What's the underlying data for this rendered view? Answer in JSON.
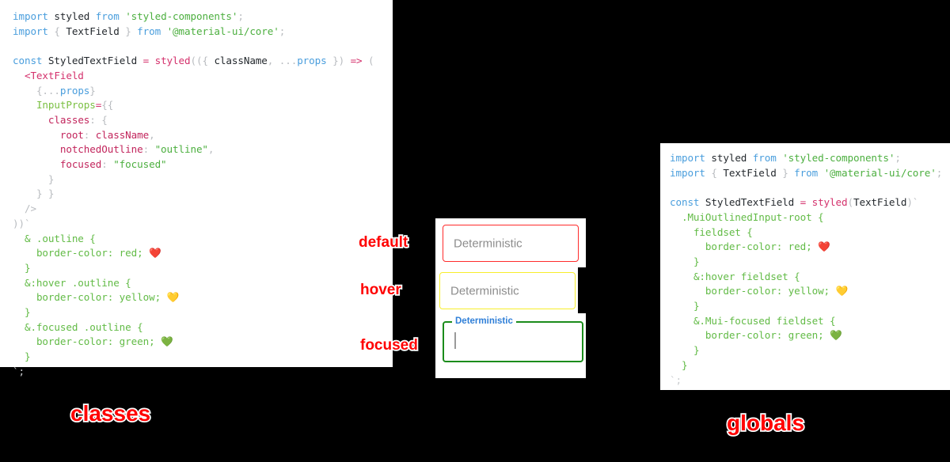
{
  "panels": {
    "classes": {
      "caption": "classes",
      "lines": [
        [
          {
            "t": "import",
            "c": "t-kw"
          },
          {
            "t": " ",
            "c": "t-id"
          },
          {
            "t": "styled",
            "c": "t-id"
          },
          {
            "t": " ",
            "c": "t-id"
          },
          {
            "t": "from",
            "c": "t-kw"
          },
          {
            "t": " ",
            "c": "t-id"
          },
          {
            "t": "'styled-components'",
            "c": "t-str"
          },
          {
            "t": ";",
            "c": "t-punc"
          }
        ],
        [
          {
            "t": "import",
            "c": "t-kw"
          },
          {
            "t": " ",
            "c": "t-id"
          },
          {
            "t": "{",
            "c": "t-punc"
          },
          {
            "t": " ",
            "c": "t-id"
          },
          {
            "t": "TextField",
            "c": "t-id"
          },
          {
            "t": " ",
            "c": "t-id"
          },
          {
            "t": "}",
            "c": "t-punc"
          },
          {
            "t": " ",
            "c": "t-id"
          },
          {
            "t": "from",
            "c": "t-kw"
          },
          {
            "t": " ",
            "c": "t-id"
          },
          {
            "t": "'@material-ui/core'",
            "c": "t-str"
          },
          {
            "t": ";",
            "c": "t-punc"
          }
        ],
        [],
        [
          {
            "t": "const",
            "c": "t-kw"
          },
          {
            "t": " ",
            "c": "t-id"
          },
          {
            "t": "StyledTextField",
            "c": "t-id"
          },
          {
            "t": " ",
            "c": "t-id"
          },
          {
            "t": "=",
            "c": "t-op"
          },
          {
            "t": " ",
            "c": "t-id"
          },
          {
            "t": "styled",
            "c": "t-op"
          },
          {
            "t": "((",
            "c": "t-punc"
          },
          {
            "t": "{",
            "c": "t-punc"
          },
          {
            "t": " ",
            "c": "t-id"
          },
          {
            "t": "className",
            "c": "t-id"
          },
          {
            "t": ",",
            "c": "t-punc"
          },
          {
            "t": " ",
            "c": "t-id"
          },
          {
            "t": "...",
            "c": "t-punc"
          },
          {
            "t": "props",
            "c": "t-blue"
          },
          {
            "t": " ",
            "c": "t-id"
          },
          {
            "t": "}",
            "c": "t-punc"
          },
          {
            "t": ")",
            "c": "t-punc"
          },
          {
            "t": " ",
            "c": "t-id"
          },
          {
            "t": "=>",
            "c": "t-op"
          },
          {
            "t": " ",
            "c": "t-id"
          },
          {
            "t": "(",
            "c": "t-punc"
          }
        ],
        [
          {
            "t": "  ",
            "c": "t-id"
          },
          {
            "t": "<TextField",
            "c": "t-tag"
          }
        ],
        [
          {
            "t": "    ",
            "c": "t-id"
          },
          {
            "t": "{",
            "c": "t-punc"
          },
          {
            "t": "...",
            "c": "t-punc"
          },
          {
            "t": "props",
            "c": "t-blue"
          },
          {
            "t": "}",
            "c": "t-punc"
          }
        ],
        [
          {
            "t": "    ",
            "c": "t-id"
          },
          {
            "t": "InputProps",
            "c": "t-prop"
          },
          {
            "t": "=",
            "c": "t-op"
          },
          {
            "t": "{{",
            "c": "t-punc"
          }
        ],
        [
          {
            "t": "      ",
            "c": "t-id"
          },
          {
            "t": "classes",
            "c": "t-key"
          },
          {
            "t": ":",
            "c": "t-punc"
          },
          {
            "t": " ",
            "c": "t-id"
          },
          {
            "t": "{",
            "c": "t-punc"
          }
        ],
        [
          {
            "t": "        ",
            "c": "t-id"
          },
          {
            "t": "root",
            "c": "t-key"
          },
          {
            "t": ":",
            "c": "t-punc"
          },
          {
            "t": " ",
            "c": "t-id"
          },
          {
            "t": "className",
            "c": "t-key"
          },
          {
            "t": ",",
            "c": "t-punc"
          }
        ],
        [
          {
            "t": "        ",
            "c": "t-id"
          },
          {
            "t": "notchedOutline",
            "c": "t-key"
          },
          {
            "t": ":",
            "c": "t-punc"
          },
          {
            "t": " ",
            "c": "t-id"
          },
          {
            "t": "\"outline\"",
            "c": "t-str"
          },
          {
            "t": ",",
            "c": "t-punc"
          }
        ],
        [
          {
            "t": "        ",
            "c": "t-id"
          },
          {
            "t": "focused",
            "c": "t-key"
          },
          {
            "t": ":",
            "c": "t-punc"
          },
          {
            "t": " ",
            "c": "t-id"
          },
          {
            "t": "\"focused\"",
            "c": "t-str"
          }
        ],
        [
          {
            "t": "      ",
            "c": "t-id"
          },
          {
            "t": "}",
            "c": "t-punc"
          }
        ],
        [
          {
            "t": "    ",
            "c": "t-id"
          },
          {
            "t": "} }",
            "c": "t-punc"
          }
        ],
        [
          {
            "t": "  ",
            "c": "t-id"
          },
          {
            "t": "/>",
            "c": "t-punc"
          }
        ],
        [
          {
            "t": "))`",
            "c": "t-punc"
          }
        ],
        [
          {
            "t": "  ",
            "c": "t-id"
          },
          {
            "t": "& .outline {",
            "c": "t-css"
          }
        ],
        [
          {
            "t": "    ",
            "c": "t-id"
          },
          {
            "t": "border-color: red; ",
            "c": "t-css"
          },
          {
            "t": "❤️",
            "c": "emoji"
          }
        ],
        [
          {
            "t": "  ",
            "c": "t-id"
          },
          {
            "t": "}",
            "c": "t-css"
          }
        ],
        [
          {
            "t": "  ",
            "c": "t-id"
          },
          {
            "t": "&:hover .outline {",
            "c": "t-css"
          }
        ],
        [
          {
            "t": "    ",
            "c": "t-id"
          },
          {
            "t": "border-color: yellow; ",
            "c": "t-css"
          },
          {
            "t": "💛",
            "c": "emoji"
          }
        ],
        [
          {
            "t": "  ",
            "c": "t-id"
          },
          {
            "t": "}",
            "c": "t-css"
          }
        ],
        [
          {
            "t": "  ",
            "c": "t-id"
          },
          {
            "t": "&.focused .outline {",
            "c": "t-css"
          }
        ],
        [
          {
            "t": "    ",
            "c": "t-id"
          },
          {
            "t": "border-color: green; ",
            "c": "t-css"
          },
          {
            "t": "💚",
            "c": "emoji"
          }
        ],
        [
          {
            "t": "  ",
            "c": "t-id"
          },
          {
            "t": "}",
            "c": "t-css"
          }
        ],
        [
          {
            "t": "`;",
            "c": "t-dim"
          }
        ]
      ]
    },
    "globals": {
      "caption": "globals",
      "lines": [
        [
          {
            "t": "import",
            "c": "t-kw"
          },
          {
            "t": " ",
            "c": "t-id"
          },
          {
            "t": "styled",
            "c": "t-id"
          },
          {
            "t": " ",
            "c": "t-id"
          },
          {
            "t": "from",
            "c": "t-kw"
          },
          {
            "t": " ",
            "c": "t-id"
          },
          {
            "t": "'styled-components'",
            "c": "t-str"
          },
          {
            "t": ";",
            "c": "t-punc"
          }
        ],
        [
          {
            "t": "import",
            "c": "t-kw"
          },
          {
            "t": " ",
            "c": "t-id"
          },
          {
            "t": "{",
            "c": "t-punc"
          },
          {
            "t": " ",
            "c": "t-id"
          },
          {
            "t": "TextField",
            "c": "t-id"
          },
          {
            "t": " ",
            "c": "t-id"
          },
          {
            "t": "}",
            "c": "t-punc"
          },
          {
            "t": " ",
            "c": "t-id"
          },
          {
            "t": "from",
            "c": "t-kw"
          },
          {
            "t": " ",
            "c": "t-id"
          },
          {
            "t": "'@material-ui/core'",
            "c": "t-str"
          },
          {
            "t": ";",
            "c": "t-punc"
          }
        ],
        [],
        [
          {
            "t": "const",
            "c": "t-kw"
          },
          {
            "t": " ",
            "c": "t-id"
          },
          {
            "t": "StyledTextField",
            "c": "t-id"
          },
          {
            "t": " ",
            "c": "t-id"
          },
          {
            "t": "=",
            "c": "t-op"
          },
          {
            "t": " ",
            "c": "t-id"
          },
          {
            "t": "styled",
            "c": "t-op"
          },
          {
            "t": "(",
            "c": "t-punc"
          },
          {
            "t": "TextField",
            "c": "t-id"
          },
          {
            "t": ")`",
            "c": "t-punc"
          }
        ],
        [
          {
            "t": "  ",
            "c": "t-id"
          },
          {
            "t": ".MuiOutlinedInput-root {",
            "c": "t-css"
          }
        ],
        [
          {
            "t": "    ",
            "c": "t-id"
          },
          {
            "t": "fieldset {",
            "c": "t-css"
          }
        ],
        [
          {
            "t": "      ",
            "c": "t-id"
          },
          {
            "t": "border-color: red; ",
            "c": "t-css"
          },
          {
            "t": "❤️",
            "c": "emoji"
          }
        ],
        [
          {
            "t": "    ",
            "c": "t-id"
          },
          {
            "t": "}",
            "c": "t-css"
          }
        ],
        [
          {
            "t": "    ",
            "c": "t-id"
          },
          {
            "t": "&:hover fieldset {",
            "c": "t-css"
          }
        ],
        [
          {
            "t": "      ",
            "c": "t-id"
          },
          {
            "t": "border-color: yellow; ",
            "c": "t-css"
          },
          {
            "t": "💛",
            "c": "emoji"
          }
        ],
        [
          {
            "t": "    ",
            "c": "t-id"
          },
          {
            "t": "}",
            "c": "t-css"
          }
        ],
        [
          {
            "t": "    ",
            "c": "t-id"
          },
          {
            "t": "&.Mui-focused fieldset {",
            "c": "t-css"
          }
        ],
        [
          {
            "t": "      ",
            "c": "t-id"
          },
          {
            "t": "border-color: green; ",
            "c": "t-css"
          },
          {
            "t": "💚",
            "c": "emoji"
          }
        ],
        [
          {
            "t": "    ",
            "c": "t-id"
          },
          {
            "t": "}",
            "c": "t-css"
          }
        ],
        [
          {
            "t": "  ",
            "c": "t-id"
          },
          {
            "t": "}",
            "c": "t-css"
          }
        ],
        [
          {
            "t": "`;",
            "c": "t-dim"
          }
        ]
      ]
    }
  },
  "demo": {
    "annotations": {
      "default": "default",
      "hover": "hover",
      "focused": "focused"
    },
    "fields": {
      "default": {
        "text": "Deterministic",
        "border_color": "#ff2b2b",
        "state": "default"
      },
      "hover": {
        "text": "Deterministic",
        "border_color": "#f7ee2b",
        "state": "hover"
      },
      "focused": {
        "label": "Deterministic",
        "border_color": "#1b8c1b",
        "label_color": "#2f7fd8",
        "state": "focused"
      }
    }
  },
  "colors": {
    "background": "#000000",
    "panel": "#ffffff",
    "annotation": "#ff0000",
    "red": "#ff2b2b",
    "yellow": "#f7ee2b",
    "green": "#1b8c1b"
  }
}
